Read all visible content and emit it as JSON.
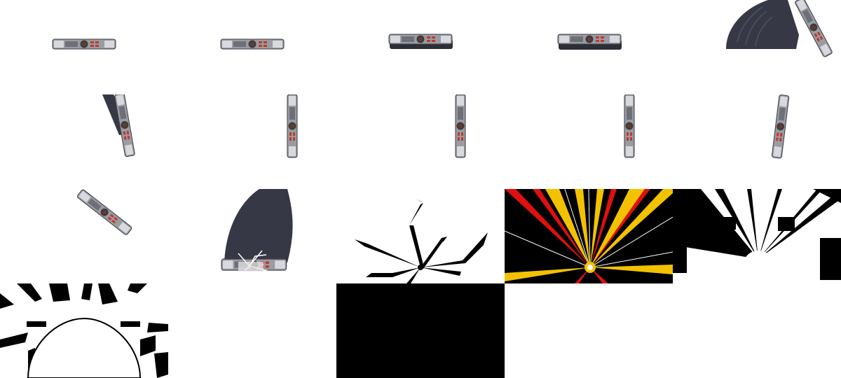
{
  "sheet": {
    "columns": 5,
    "rows": 4,
    "background": "#ffffff"
  },
  "palette": {
    "belt_body": "#9a9ca3",
    "belt_dark": "#3b3c45",
    "belt_light": "#d8d9de",
    "belt_red": "#c0392b",
    "belt_core": "#6b3a22",
    "fist": "#363845",
    "burst_yellow": "#f2c200",
    "burst_red": "#e01010",
    "burst_white": "#ffffff",
    "black": "#000000"
  },
  "frames": [
    {
      "index": 1,
      "content": "belt-small"
    },
    {
      "index": 2,
      "content": "belt-small"
    },
    {
      "index": 3,
      "content": "belt-shadow"
    },
    {
      "index": 4,
      "content": "belt-shadow"
    },
    {
      "index": 5,
      "content": "fist-belt-tilted"
    },
    {
      "index": 6,
      "content": "belt-vertical-tilt"
    },
    {
      "index": 7,
      "content": "belt-vertical"
    },
    {
      "index": 8,
      "content": "belt-vertical"
    },
    {
      "index": 9,
      "content": "belt-vertical"
    },
    {
      "index": 10,
      "content": "belt-vertical-tilt-right"
    },
    {
      "index": 11,
      "content": "belt-diagonal"
    },
    {
      "index": 12,
      "content": "fist-crack"
    },
    {
      "index": 13,
      "content": "crack-lines"
    },
    {
      "index": 14,
      "content": "burst-flash"
    },
    {
      "index": 15,
      "content": "bw-burst"
    },
    {
      "index": 16,
      "content": "bw-tunnel"
    },
    {
      "index": 17,
      "content": "blank"
    },
    {
      "index": 18,
      "content": "black"
    },
    {
      "index": 19,
      "content": "blank"
    },
    {
      "index": 20,
      "content": "blank"
    }
  ]
}
